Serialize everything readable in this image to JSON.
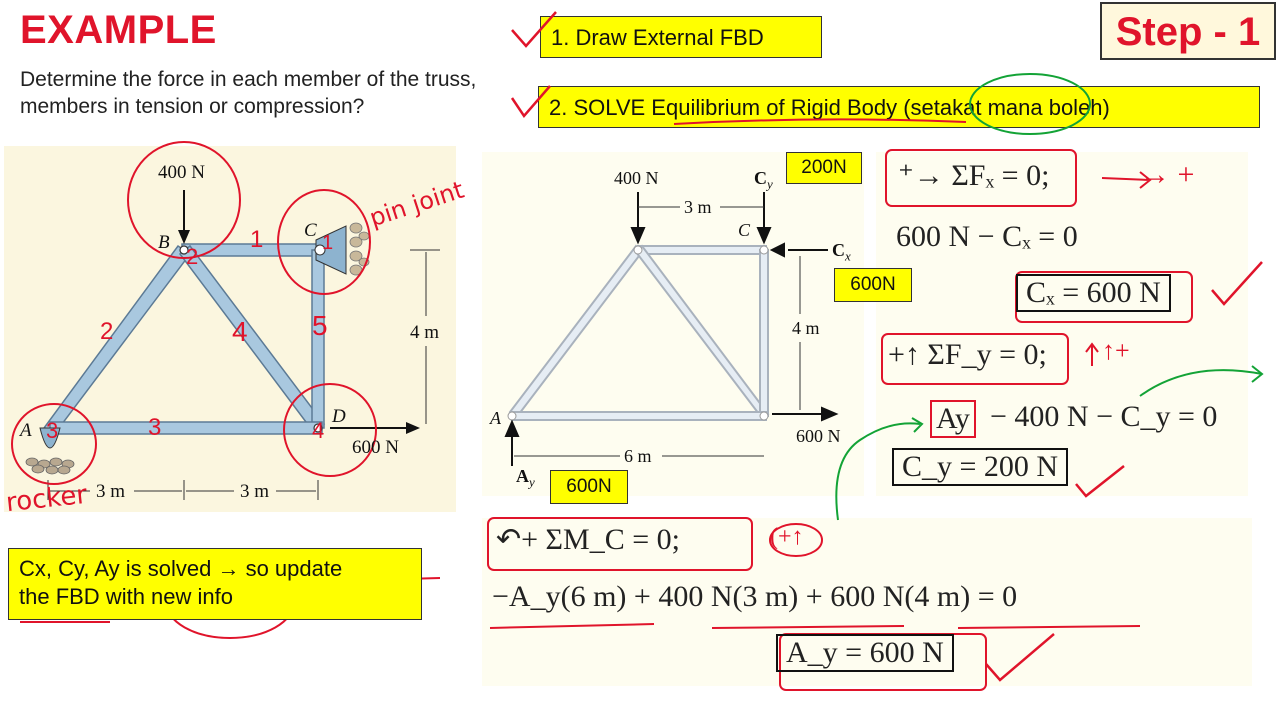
{
  "header": {
    "title": "EXAMPLE",
    "question": "Determine the force in each member of the truss, members in tension or compression?",
    "step_badge": "Step - 1",
    "steps": [
      {
        "text": "1. Draw External FBD",
        "checked": true
      },
      {
        "text": "2. SOLVE Equilibrium of Rigid Body (setakat mana boleh)",
        "checked": true
      }
    ]
  },
  "truss_figure": {
    "load_top": "400 N",
    "load_right": "600 N",
    "joints": {
      "a": "A",
      "b": "B",
      "c": "C",
      "d": "D"
    },
    "dim_height": "4 m",
    "dim_left": "3 m",
    "dim_right": "3 m",
    "handwritten": {
      "support_a": "rocker",
      "support_c": "pin joint",
      "joint_labels": [
        "1",
        "2",
        "3",
        "4",
        "5"
      ],
      "joint_numbers": [
        "1",
        "2",
        "3",
        "4"
      ]
    }
  },
  "fbd_figure": {
    "load_top": "400 N",
    "load_right": "600 N",
    "cy_label": "C",
    "cy_sub": "y",
    "cx_label": "C",
    "cx_sub": "x",
    "ay_label": "A",
    "ay_sub": "y",
    "joint_a": "A",
    "joint_c": "C",
    "dim_top": "3 m",
    "dim_side": "4 m",
    "dim_bottom": "6 m",
    "tag_cy": "200N",
    "tag_cx": "600N",
    "tag_ay": "600N"
  },
  "equations_fx": {
    "eq1": "⁺→ ΣFₓ = 0;",
    "eq2": "600 N − Cₓ = 0",
    "eq3": "Cₓ = 600 N",
    "eq4": "+↑ ΣF_y = 0;",
    "eq5_ay": "Ay",
    "eq5_rest": "− 400 N − C_y = 0",
    "eq6": "C_y = 200 N",
    "note_plus": "→ +",
    "note_up_plus": "↑+"
  },
  "equations_moment": {
    "eq1": "↶+ ΣM_C = 0;",
    "eq2": "−A_y(6 m) + 400 N(3 m) + 600 N(4 m) = 0",
    "eq3": "A_y = 600 N",
    "note": "(+↑"
  },
  "note_box": {
    "line1": "Cx, Cy, Ay is solved → so update",
    "line2": "the FBD with new info"
  },
  "colors": {
    "accent_red": "#e0142b",
    "highlight_yellow": "#ffff00",
    "member_blue": "#a9c8df",
    "annotation_green": "#13a336"
  }
}
